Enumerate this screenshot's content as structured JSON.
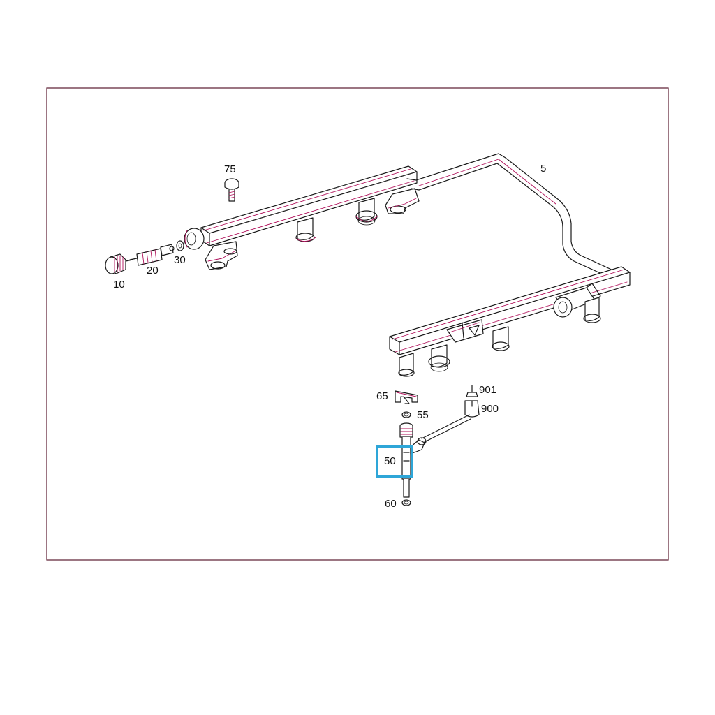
{
  "colors": {
    "line": "#1a1a1a",
    "accent_line": "#b0105a",
    "frame": "#5a1a30",
    "highlight": "#2ea6d8",
    "background": "#ffffff"
  },
  "labels": {
    "rail": "5",
    "cap": "10",
    "valve": "20",
    "seal_30": "30",
    "injector": "50",
    "ring_55": "55",
    "ring_60": "60",
    "clamp": "65",
    "bolt": "75",
    "connector_900": "900",
    "connector_901": "901"
  },
  "highlighted_part": "50"
}
